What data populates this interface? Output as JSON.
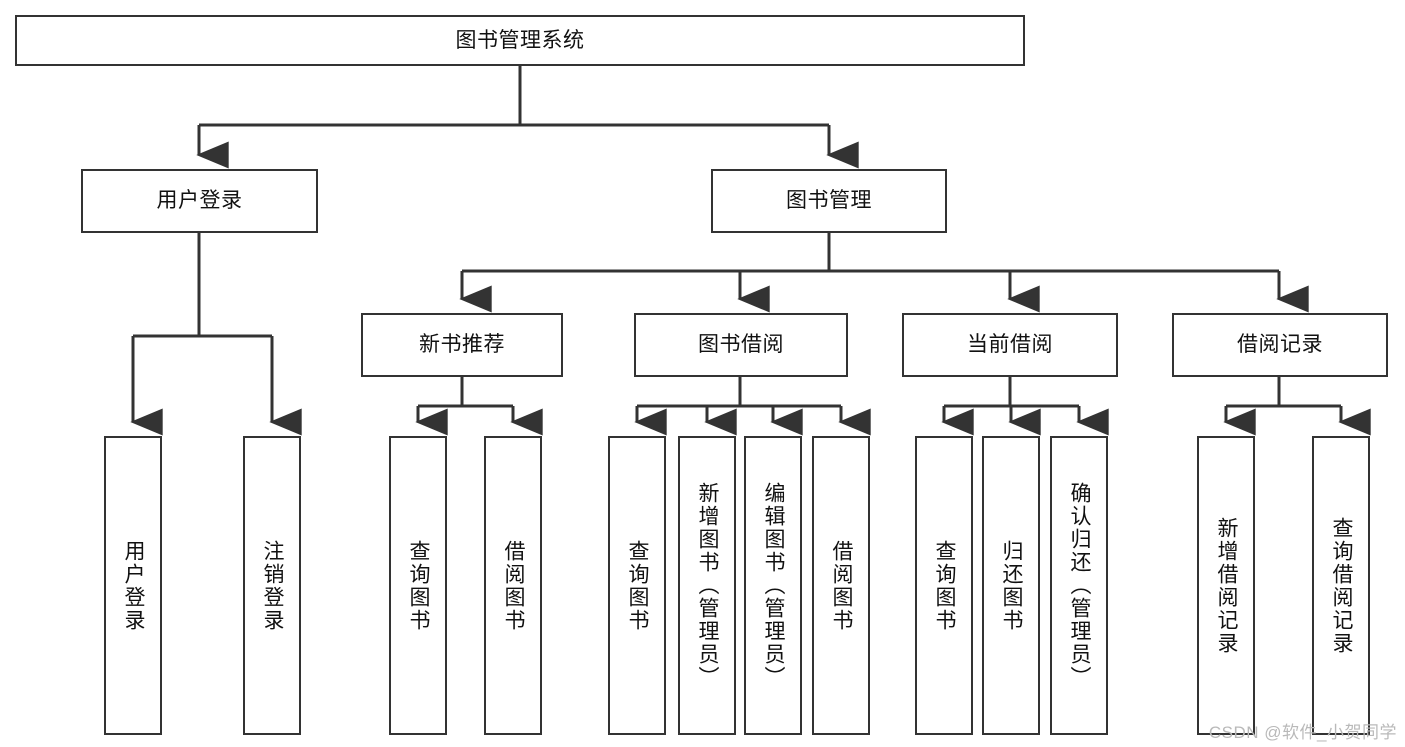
{
  "diagram": {
    "title": "图书管理系统",
    "watermark": "CSDN @软件_小贺同学",
    "colors": {
      "stroke": "#333333",
      "box_fill": "#ffffff",
      "text": "#111111",
      "background": "#ffffff",
      "watermark": "#b9b9b9"
    },
    "root": {
      "label": "图书管理系统"
    },
    "level2": [
      {
        "label": "用户登录"
      },
      {
        "label": "图书管理"
      }
    ],
    "level3": [
      {
        "label": "新书推荐"
      },
      {
        "label": "图书借阅"
      },
      {
        "label": "当前借阅"
      },
      {
        "label": "借阅记录"
      }
    ],
    "leaves": {
      "user_login": [
        {
          "label": "用户登录"
        },
        {
          "label": "注销登录"
        }
      ],
      "new_book_recommend": [
        {
          "label": "查询图书"
        },
        {
          "label": "借阅图书"
        }
      ],
      "book_borrow": [
        {
          "label": "查询图书"
        },
        {
          "label": "新增图书（管理员）"
        },
        {
          "label": "编辑图书（管理员）"
        },
        {
          "label": "借阅图书"
        }
      ],
      "current_borrow": [
        {
          "label": "查询图书"
        },
        {
          "label": "归还图书"
        },
        {
          "label": "确认归还（管理员）"
        }
      ],
      "borrow_record": [
        {
          "label": "新增借阅记录"
        },
        {
          "label": "查询借阅记录"
        }
      ]
    }
  }
}
